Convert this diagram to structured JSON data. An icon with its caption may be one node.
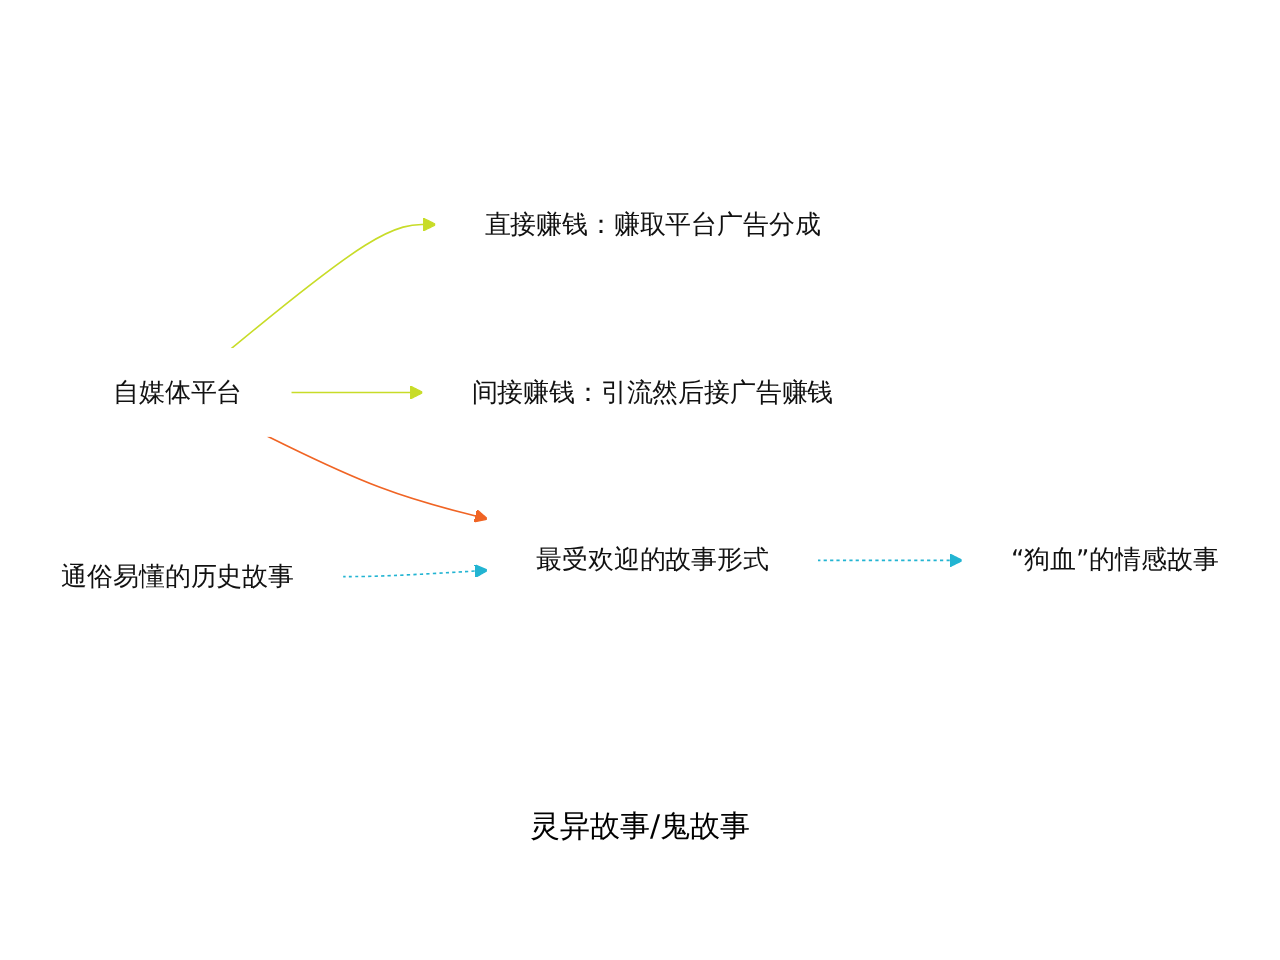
{
  "diagram": {
    "nodes": [
      {
        "text": [
          "自媒体平台"
        ]
      },
      {
        "text": [
          "直接赚钱：赚取平台广告分成"
        ]
      },
      {
        "text": [
          "间接赚钱：引流然后接广告赚钱"
        ]
      },
      {
        "text": [
          "最受欢迎的故事形式"
        ]
      },
      {
        "text": [
          "通俗易懂的历史故事"
        ]
      },
      {
        "text": [
          "“狗血”的情感故事"
        ]
      }
    ],
    "edges": [
      {
        "from": 0,
        "to": 1,
        "arrow": "to",
        "color": "#c8dc28"
      },
      {
        "from": 0,
        "to": 2,
        "arrow": "to",
        "color": "#c8dc28"
      },
      {
        "from": 0,
        "to": 3,
        "arrow": "to",
        "color": "#f06424"
      },
      {
        "from": 4,
        "to": 3,
        "arrow": "to",
        "style": "dashed",
        "color": "#22b4d2"
      },
      {
        "from": 3,
        "to": 5,
        "arrow": "to",
        "style": "dashed",
        "color": "#22b4d2"
      }
    ],
    "labels": [
      "灵异故事/鬼故事"
    ]
  }
}
